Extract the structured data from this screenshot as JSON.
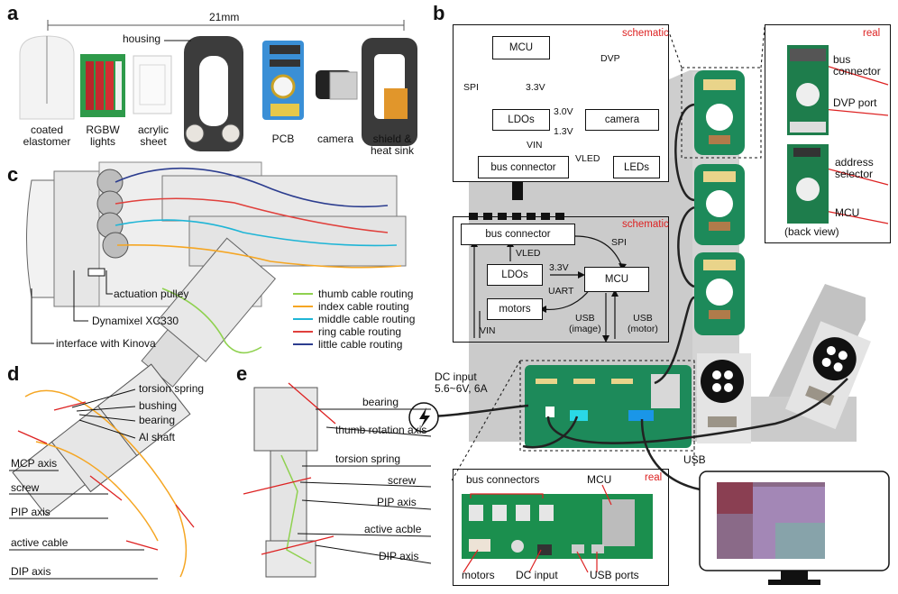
{
  "panels": {
    "a": "a",
    "b": "b",
    "c": "c",
    "d": "d",
    "e": "e"
  },
  "panel_a": {
    "dimension": "21mm",
    "housing": "housing",
    "parts": [
      "coated\nelastomer",
      "RGBW\nlights",
      "acrylic\nsheet",
      "PCB",
      "camera",
      "shield &\nheat sink"
    ]
  },
  "panel_b": {
    "top_schematic": {
      "tag": "schematic",
      "mcu": "MCU",
      "ldos": "LDOs",
      "camera": "camera",
      "bus_connector": "bus  connector",
      "leds": "LEDs",
      "spi": "SPI",
      "dvp": "DVP",
      "v33": "3.3V",
      "v30": "3.0V",
      "v13": "1.3V",
      "vin": "VIN",
      "vled": "VLED"
    },
    "real_top": {
      "tag": "real",
      "bus_connector": "bus\nconnector",
      "dvp_port": "DVP port",
      "address_selector": "address\nselector",
      "mcu": "MCU",
      "back_view": "(back view)"
    },
    "mid_schematic": {
      "tag": "schematic",
      "bus_connector": "bus connector",
      "spi": "SPI",
      "vled": "VLED",
      "ldos": "LDOs",
      "v33": "3.3V",
      "mcu": "MCU",
      "uart": "UART",
      "motors": "motors",
      "usb_image": "USB\n(image)",
      "usb_motor": "USB\n(motor)",
      "vin": "VIN"
    },
    "dc_input": "DC input\n5.6~6V, 6A",
    "usb": "USB",
    "real_bottom": {
      "tag": "real",
      "bus_connectors": "bus connectors",
      "mcu": "MCU",
      "motors": "motors",
      "dc_input": "DC input",
      "usb_ports": "USB ports"
    }
  },
  "panel_c": {
    "actuation_pulley": "actuation pulley",
    "dynamixel": "Dynamixel XC330",
    "interface": "interface with Kinova",
    "legend": [
      {
        "label": "thumb cable routing",
        "color": "#8fd14f"
      },
      {
        "label": "index cable routing",
        "color": "#f5a623"
      },
      {
        "label": "middle cable routing",
        "color": "#1fb5d6"
      },
      {
        "label": "ring cable routing",
        "color": "#e0403c"
      },
      {
        "label": "little cable routing",
        "color": "#2c3d8f"
      }
    ]
  },
  "panel_d": {
    "torsion_spring": "torsion spring",
    "bushing": "bushing",
    "bearing": "bearing",
    "al_shaft": "Al shaft",
    "mcp_axis": "MCP axis",
    "screw": "screw",
    "pip_axis": "PIP axis",
    "active_cable": "active cable",
    "dip_axis": "DIP axis"
  },
  "panel_e": {
    "bearing": "bearing",
    "thumb_rotation_axis": "thumb rotation axis",
    "torsion_spring": "torsion spring",
    "screw": "screw",
    "pip_axis": "PIP axis",
    "active_acble": "active acble",
    "dip_axis": "DIP axis"
  },
  "colors": {
    "accent_red": "#d22222",
    "pcb_green": "#1d8a5a",
    "rail_gray": "#c4c4c4"
  }
}
